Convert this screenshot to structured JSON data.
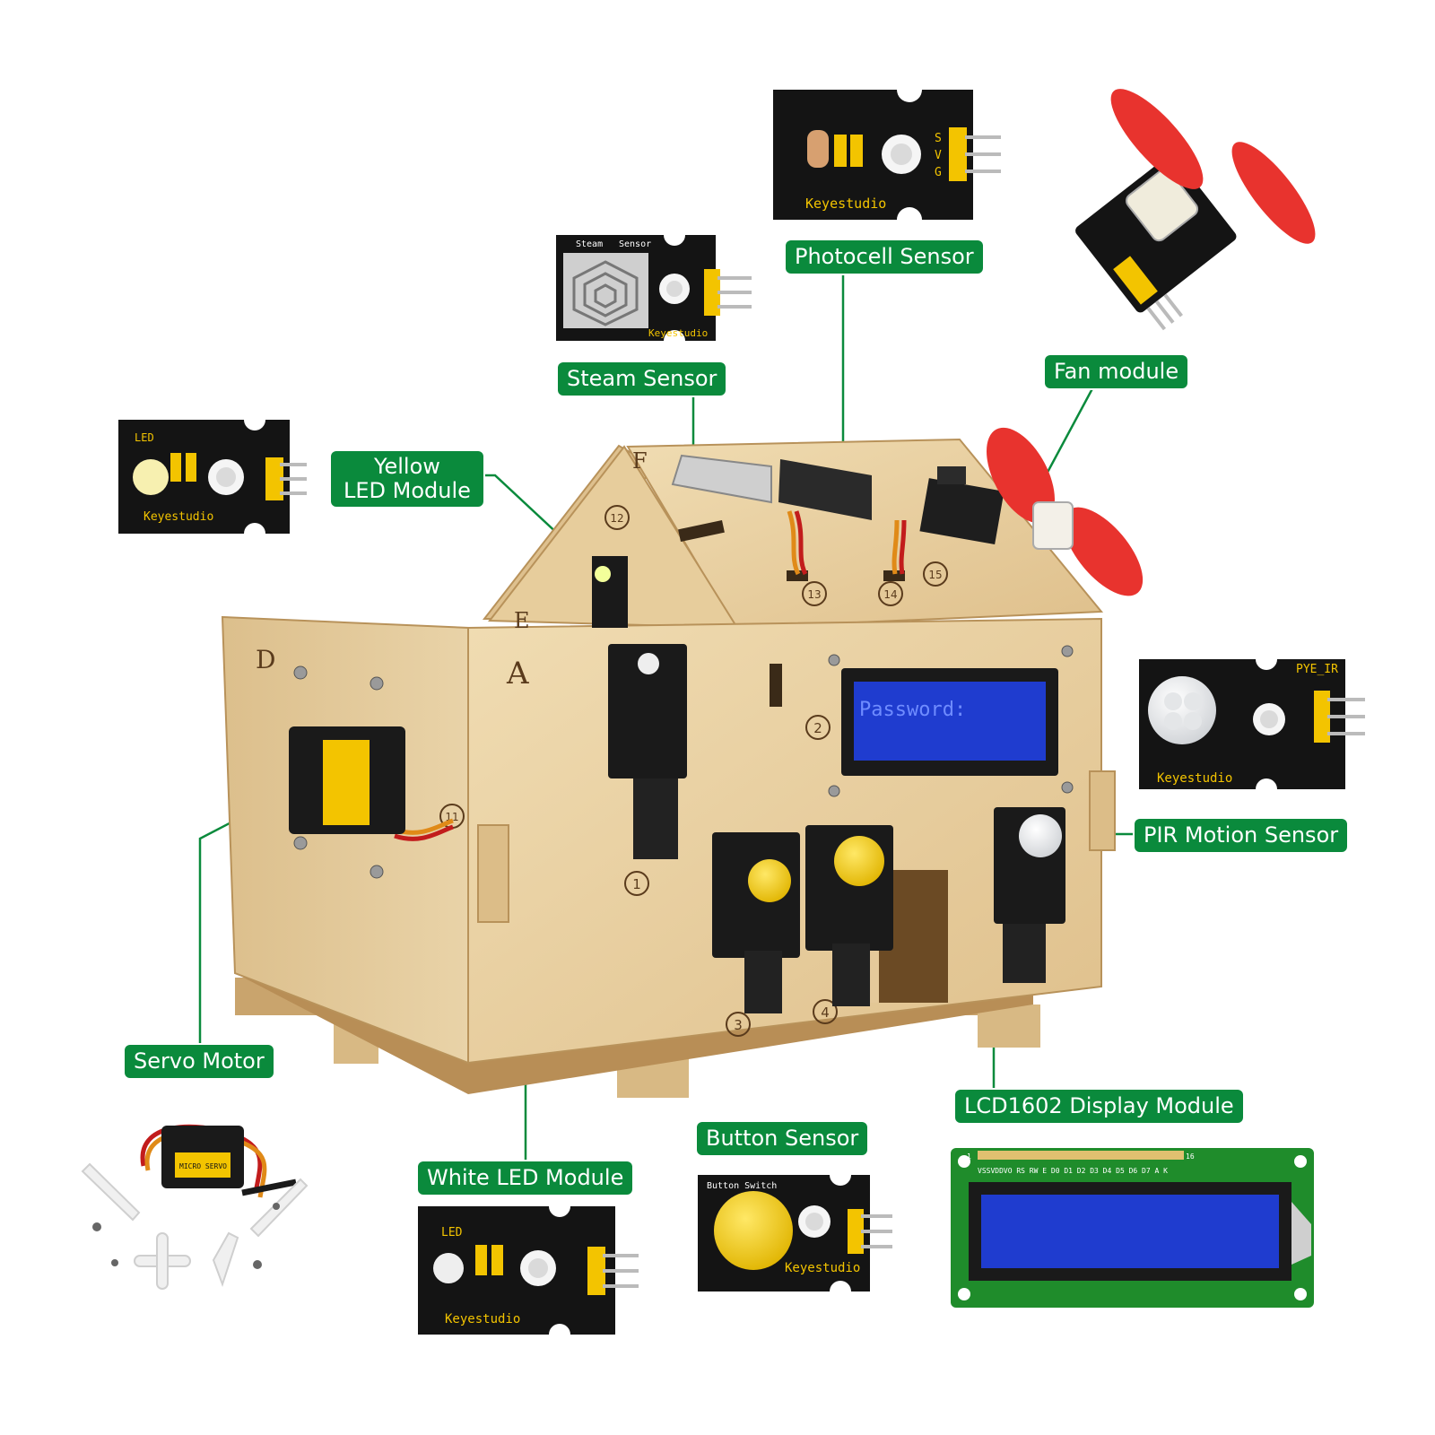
{
  "labels": {
    "photocell": "Photocell Sensor",
    "steam": "Steam Sensor",
    "fan": "Fan module",
    "yellow_led_line1": "Yellow",
    "yellow_led_line2": "LED Module",
    "pir": "PIR Motion Sensor",
    "servo": "Servo Motor",
    "lcd": "LCD1602 Display Module",
    "button": "Button Sensor",
    "white_led": "White LED Module"
  },
  "pcb": {
    "brand": "Keyestudio",
    "brand_lower": "keyestudio",
    "pin_s": "S",
    "pin_v": "V",
    "pin_g": "G",
    "led": "LED",
    "steam_title_left": "Steam",
    "steam_title_right": "Sensor",
    "button_title": "Button Switch",
    "pir_title": "PYE_IR",
    "servo_text": "MICRO SERVO",
    "lcd_text": "Password:",
    "lcd_pins": "VSSVDDVO RS RW E  D0 D1 D2 D3 D4 D5 D6 D7  A  K",
    "lcd_pin_end": "16",
    "lcd_pin_start": "1"
  },
  "house": {
    "face_a": "A",
    "face_d": "D",
    "face_e": "E",
    "face_f": "F",
    "num_1": "1",
    "num_2": "2",
    "num_3": "3",
    "num_4": "4",
    "num_11": "11",
    "num_12": "12",
    "num_13": "13",
    "num_14": "14",
    "num_15": "15"
  },
  "colors": {
    "label_green": "#0a8a3c",
    "pcb_black": "#141414",
    "pcb_yellow": "#f3c400",
    "wood": "#e8cfa2",
    "lcd_blue": "#1f3ccf",
    "fan_red": "#e8332e",
    "button_yellow": "#f6d21a"
  }
}
